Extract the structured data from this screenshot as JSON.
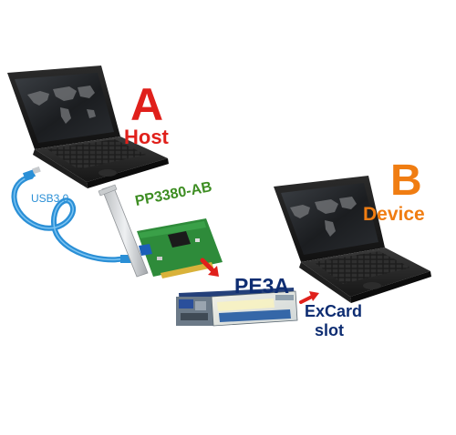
{
  "labels": {
    "host_letter": "A",
    "host_name": "Host",
    "device_letter": "B",
    "device_name": "Device",
    "cable": "USB3.0",
    "pcie_card": "PP3380-AB",
    "expresscard": "PE3A",
    "slot_line1": "ExCard",
    "slot_line2": "slot"
  },
  "colors": {
    "host_label": "#e0201b",
    "device_label": "#f07d12",
    "cable": "#2a8fd6",
    "pcie_label": "#3d8d22",
    "card_label": "#0e2d72",
    "arrow": "#e0201b"
  },
  "icons": [
    "laptop-host",
    "laptop-device",
    "usb-cable",
    "pcie-card",
    "expresscard-adapter"
  ]
}
